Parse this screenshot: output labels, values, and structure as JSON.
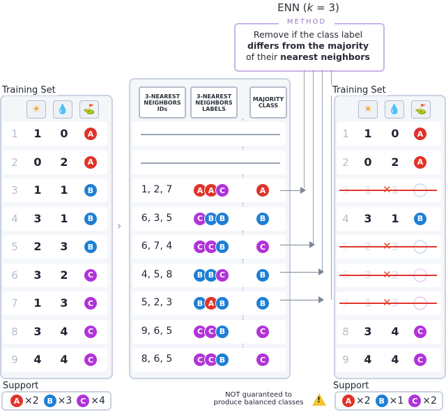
{
  "title": {
    "prefix": "ENN (",
    "k": "k",
    "suffix": " = 3)"
  },
  "method": {
    "label": "METHOD",
    "line1": "Remove if the class label",
    "bold1": "differs from the majority",
    "line3_pre": "of their ",
    "bold2": "nearest neighbors"
  },
  "left_panel": {
    "title": "Training Set",
    "icons": [
      "sun-icon",
      "humidity-icon",
      "golf-icon"
    ],
    "rows": [
      {
        "num": "1",
        "a": "1",
        "b": "0",
        "cls": "A"
      },
      {
        "num": "2",
        "a": "0",
        "b": "2",
        "cls": "A"
      },
      {
        "num": "3",
        "a": "1",
        "b": "1",
        "cls": "B"
      },
      {
        "num": "4",
        "a": "3",
        "b": "1",
        "cls": "B"
      },
      {
        "num": "5",
        "a": "2",
        "b": "3",
        "cls": "B"
      },
      {
        "num": "6",
        "a": "3",
        "b": "2",
        "cls": "C"
      },
      {
        "num": "7",
        "a": "1",
        "b": "3",
        "cls": "C"
      },
      {
        "num": "8",
        "a": "3",
        "b": "4",
        "cls": "C"
      },
      {
        "num": "9",
        "a": "4",
        "b": "4",
        "cls": "C"
      }
    ],
    "support_label": "Support",
    "support": [
      {
        "cls": "A",
        "count": "×2"
      },
      {
        "cls": "B",
        "count": "×3"
      },
      {
        "cls": "C",
        "count": "×4"
      }
    ]
  },
  "middle_panel": {
    "headers": {
      "ids": [
        "3-NEAREST",
        "NEIGHBORS",
        "IDs"
      ],
      "labels": [
        "3-NEAREST",
        "NEIGHBORS",
        "LABELS"
      ],
      "majority": [
        "MAJORITY",
        "CLASS"
      ]
    },
    "rows": [
      {
        "ids": "",
        "labels": [],
        "majority": ""
      },
      {
        "ids": "",
        "labels": [],
        "majority": ""
      },
      {
        "ids": "1, 2, 7",
        "labels": [
          "A",
          "A",
          "C"
        ],
        "majority": "A"
      },
      {
        "ids": "6, 3, 5",
        "labels": [
          "C",
          "B",
          "B"
        ],
        "majority": "B"
      },
      {
        "ids": "6, 7, 4",
        "labels": [
          "C",
          "C",
          "B"
        ],
        "majority": "C"
      },
      {
        "ids": "4, 5, 8",
        "labels": [
          "B",
          "B",
          "C"
        ],
        "majority": "B"
      },
      {
        "ids": "5, 2, 3",
        "labels": [
          "B",
          "A",
          "B"
        ],
        "majority": "B"
      },
      {
        "ids": "9, 6, 5",
        "labels": [
          "C",
          "C",
          "B"
        ],
        "majority": "C"
      },
      {
        "ids": "8, 6, 5",
        "labels": [
          "C",
          "C",
          "B"
        ],
        "majority": "C"
      }
    ]
  },
  "right_panel": {
    "title": "Training Set",
    "rows": [
      {
        "num": "1",
        "a": "1",
        "b": "0",
        "cls": "A",
        "removed": false
      },
      {
        "num": "2",
        "a": "0",
        "b": "2",
        "cls": "A",
        "removed": false
      },
      {
        "num": "3",
        "a": "1",
        "b": "1",
        "cls": "B",
        "removed": true
      },
      {
        "num": "4",
        "a": "3",
        "b": "1",
        "cls": "B",
        "removed": false
      },
      {
        "num": "5",
        "a": "2",
        "b": "3",
        "cls": "B",
        "removed": true
      },
      {
        "num": "6",
        "a": "3",
        "b": "2",
        "cls": "C",
        "removed": true
      },
      {
        "num": "7",
        "a": "1",
        "b": "3",
        "cls": "C",
        "removed": true
      },
      {
        "num": "8",
        "a": "3",
        "b": "4",
        "cls": "C",
        "removed": false
      },
      {
        "num": "9",
        "a": "4",
        "b": "4",
        "cls": "C",
        "removed": false
      }
    ],
    "support_label": "Support",
    "support": [
      {
        "cls": "A",
        "count": "×2"
      },
      {
        "cls": "B",
        "count": "×1"
      },
      {
        "cls": "C",
        "count": "×2"
      }
    ]
  },
  "note": {
    "line1": "NOT guaranteed to",
    "line2": "produce balanced classes"
  },
  "colors": {
    "A": "#e0332b",
    "B": "#1e7fd4",
    "C": "#b133d9"
  }
}
